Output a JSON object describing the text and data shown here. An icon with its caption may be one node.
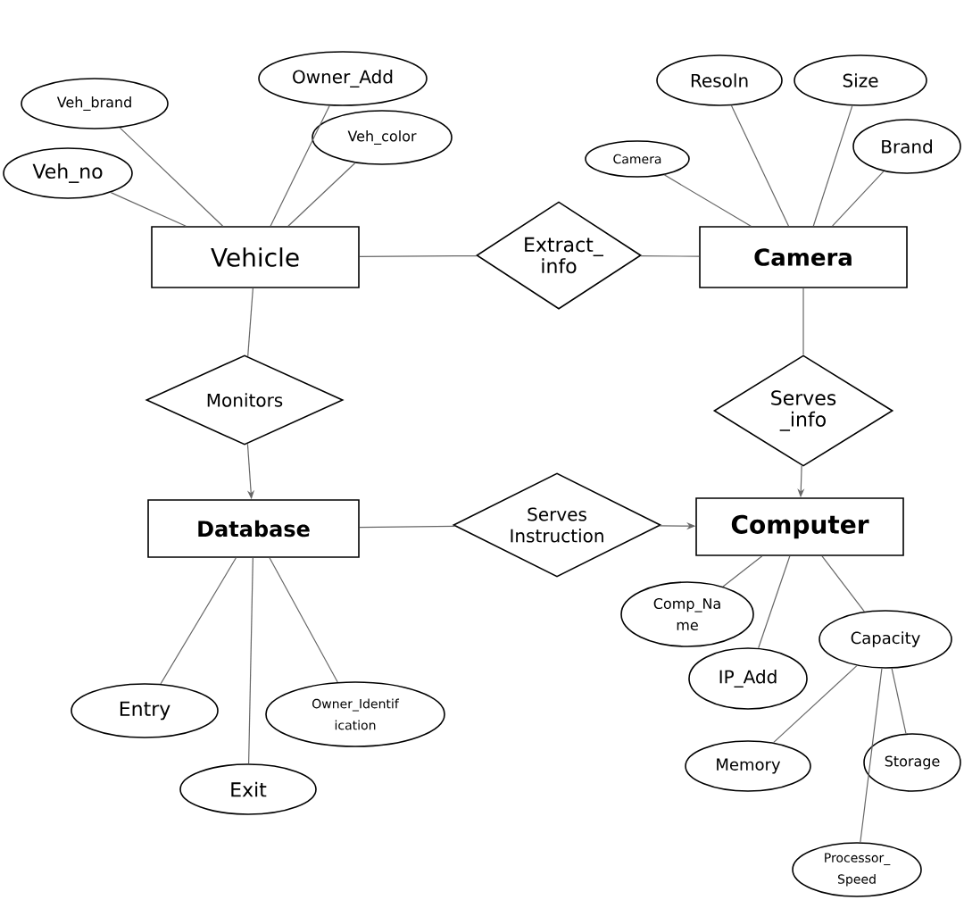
{
  "diagram": {
    "nodes": [
      {
        "text": [
          "Vehicle"
        ]
      },
      {
        "text": [
          "Camera"
        ]
      },
      {
        "text": [
          "Database"
        ]
      },
      {
        "text": [
          "Computer"
        ]
      },
      {
        "text": [
          "Extract_ info"
        ]
      },
      {
        "text": [
          "Monitors"
        ]
      },
      {
        "text": [
          "Serves _info"
        ]
      },
      {
        "text": [
          "Serves Instruction"
        ]
      },
      {
        "text": [
          "Veh_brand"
        ]
      },
      {
        "text": [
          "Owner_Add"
        ]
      },
      {
        "text": [
          "Veh_color"
        ]
      },
      {
        "text": [
          "Veh_no"
        ]
      },
      {
        "text": [
          "Camera"
        ]
      },
      {
        "text": [
          "Resoln"
        ]
      },
      {
        "text": [
          "Size"
        ]
      },
      {
        "text": [
          "Brand"
        ]
      },
      {
        "text": [
          "Comp_Na me"
        ]
      },
      {
        "text": [
          "IP_Add"
        ]
      },
      {
        "text": [
          "Capacity"
        ]
      },
      {
        "text": [
          "Memory"
        ]
      },
      {
        "text": [
          "Storage"
        ]
      },
      {
        "text": [
          "Processor_ Speed"
        ]
      },
      {
        "text": [
          "Entry"
        ]
      },
      {
        "text": [
          "Exit"
        ]
      },
      {
        "text": [
          "Owner_Identif ication"
        ]
      }
    ],
    "edges": [
      {
        "from": 0,
        "to": 4,
        "arrow": "none"
      },
      {
        "from": 4,
        "to": 1,
        "arrow": "none"
      },
      {
        "from": 0,
        "to": 5,
        "arrow": "none"
      },
      {
        "from": 5,
        "to": 2,
        "arrow": "to"
      },
      {
        "from": 1,
        "to": 6,
        "arrow": "none"
      },
      {
        "from": 6,
        "to": 3,
        "arrow": "to"
      },
      {
        "from": 2,
        "to": 7,
        "arrow": "none"
      },
      {
        "from": 7,
        "to": 3,
        "arrow": "to"
      },
      {
        "from": 8,
        "to": 0,
        "arrow": "none"
      },
      {
        "from": 9,
        "to": 0,
        "arrow": "none"
      },
      {
        "from": 10,
        "to": 0,
        "arrow": "none"
      },
      {
        "from": 11,
        "to": 0,
        "arrow": "none"
      },
      {
        "from": 12,
        "to": 1,
        "arrow": "none"
      },
      {
        "from": 13,
        "to": 1,
        "arrow": "none"
      },
      {
        "from": 14,
        "to": 1,
        "arrow": "none"
      },
      {
        "from": 15,
        "to": 1,
        "arrow": "none"
      },
      {
        "from": 3,
        "to": 16,
        "arrow": "none"
      },
      {
        "from": 3,
        "to": 17,
        "arrow": "none"
      },
      {
        "from": 3,
        "to": 18,
        "arrow": "none"
      },
      {
        "from": 18,
        "to": 19,
        "arrow": "none"
      },
      {
        "from": 18,
        "to": 20,
        "arrow": "none"
      },
      {
        "from": 18,
        "to": 21,
        "arrow": "none"
      },
      {
        "from": 2,
        "to": 22,
        "arrow": "none"
      },
      {
        "from": 2,
        "to": 23,
        "arrow": "none"
      },
      {
        "from": 2,
        "to": 24,
        "arrow": "none"
      }
    ]
  }
}
